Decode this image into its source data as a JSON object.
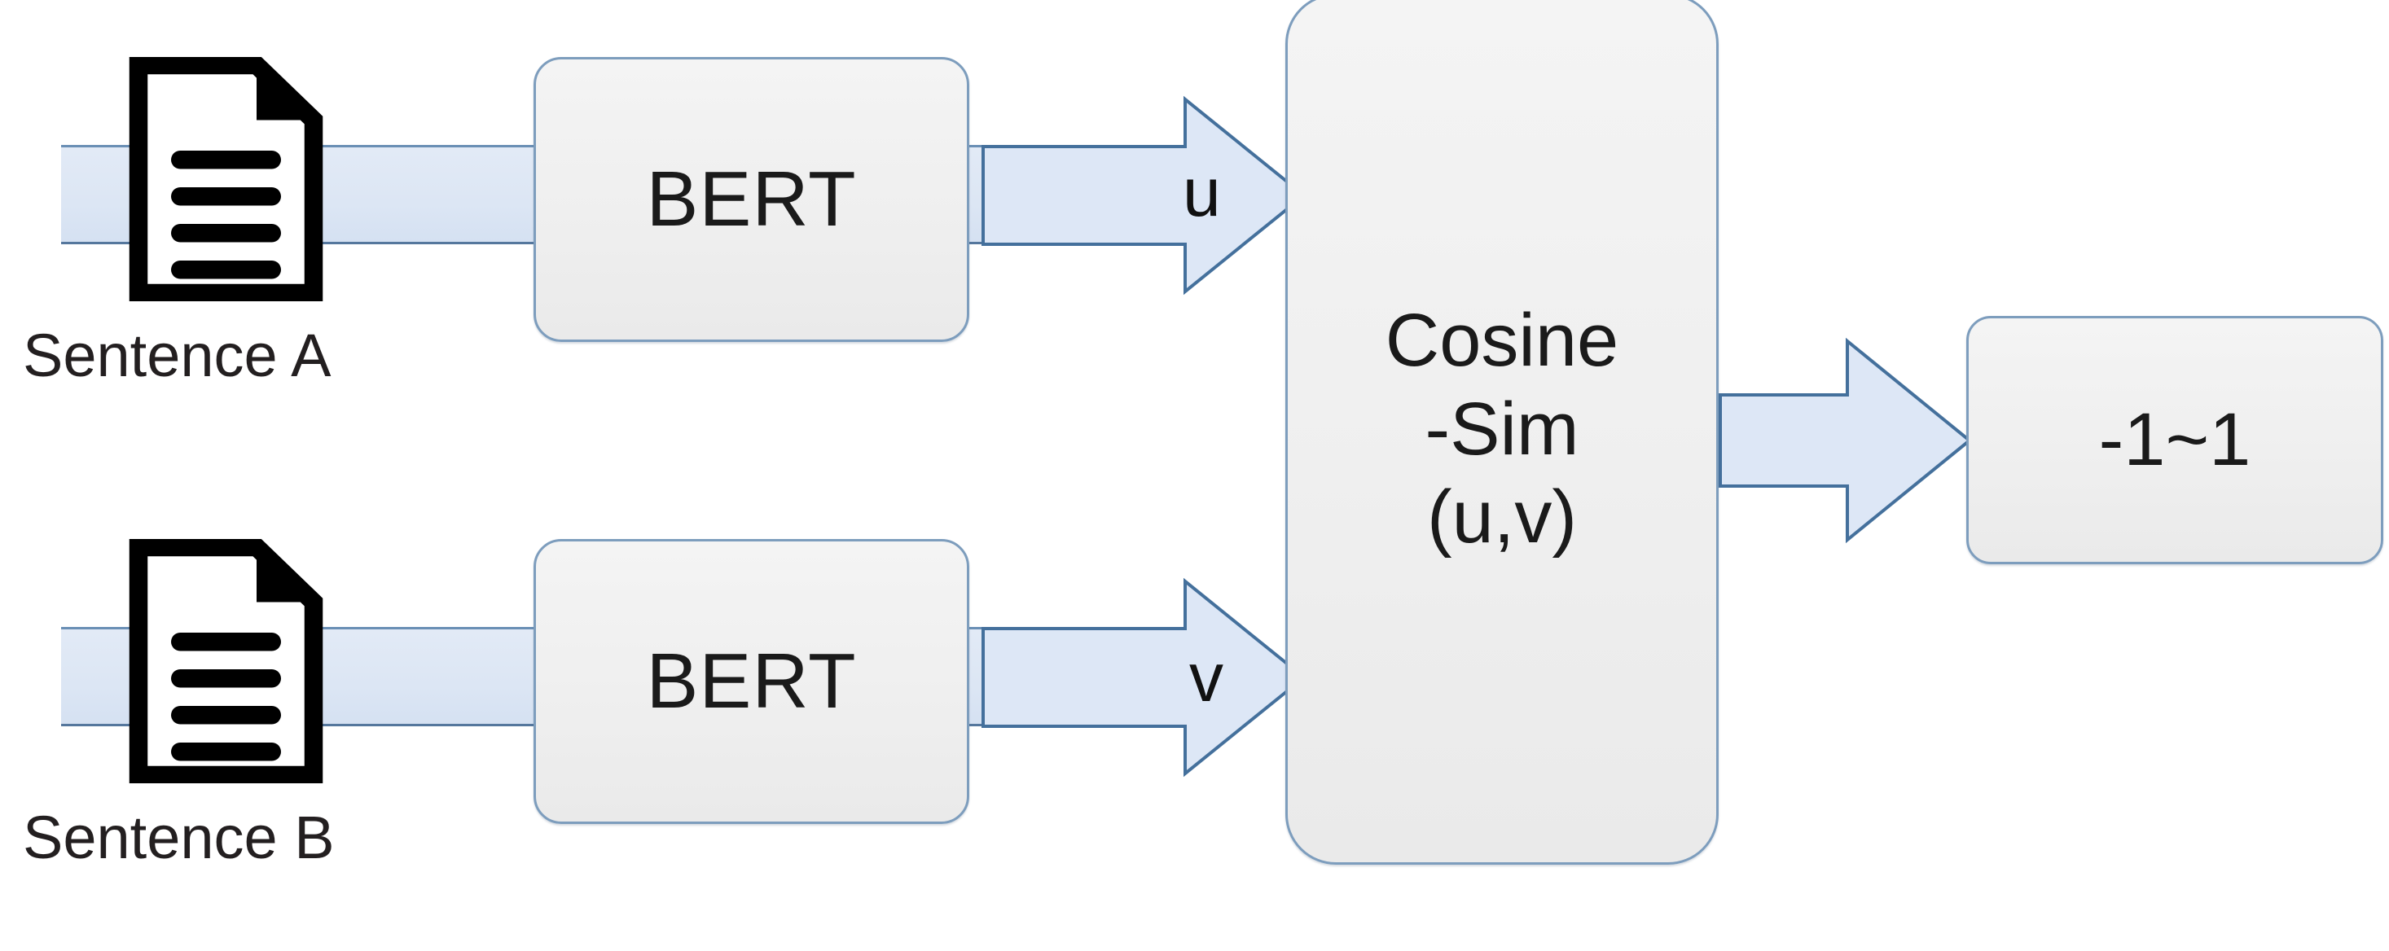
{
  "diagram": {
    "title": "Sentence-BERT cosine similarity inference architecture",
    "colors": {
      "box_fill": "#efefef",
      "box_border": "#7d9dbd",
      "band_fill": "#dce6f4",
      "band_border": "#55779d",
      "arrow_fill": "#dde7f6",
      "arrow_border": "#44709c",
      "text": "#1a1a1a",
      "icon": "#000000",
      "background": "#ffffff"
    },
    "branches": [
      {
        "id": "branch-a",
        "caption": "Sentence A",
        "icon": "document-icon",
        "encoder_label": "BERT",
        "vector_label": "u"
      },
      {
        "id": "branch-b",
        "caption": "Sentence B",
        "icon": "document-icon",
        "encoder_label": "BERT",
        "vector_label": "v"
      }
    ],
    "similarity_box": {
      "lines": [
        "Cosine",
        "-Sim",
        "(u,v)"
      ]
    },
    "output_box": {
      "label": "-1~1"
    }
  }
}
